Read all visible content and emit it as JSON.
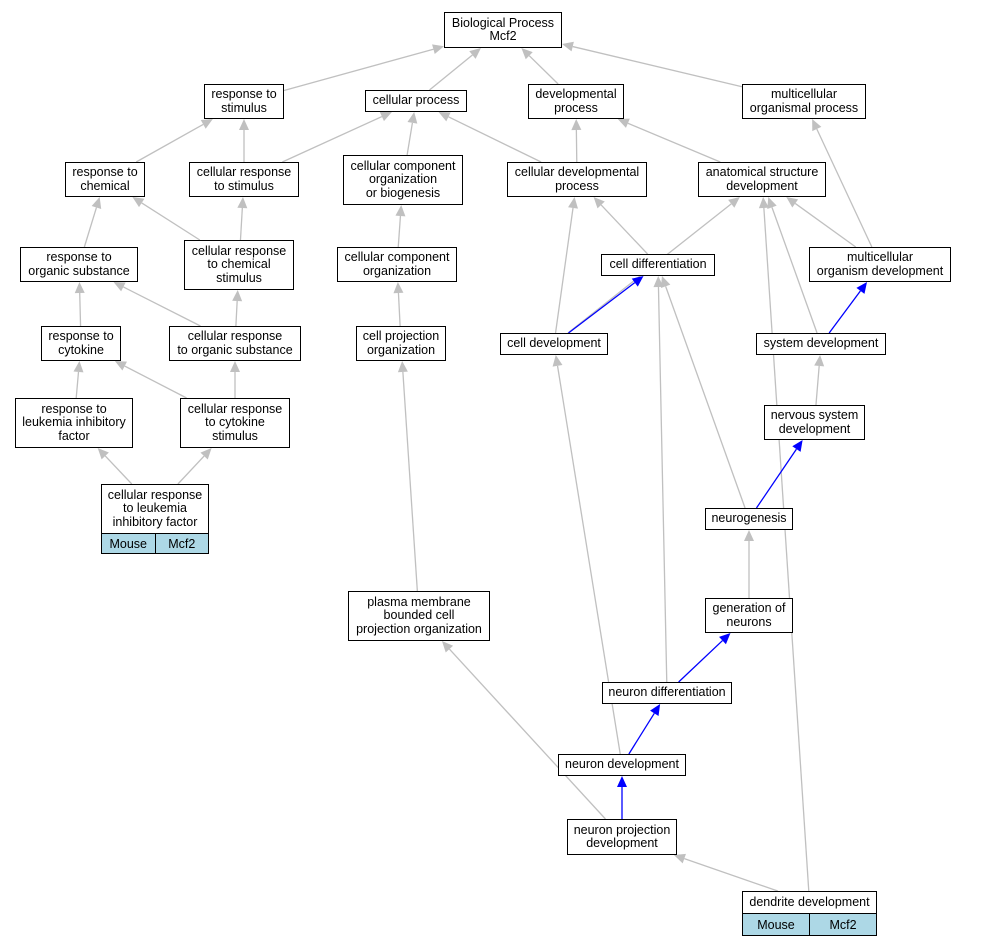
{
  "colors": {
    "edge_default": "#c0c0c0",
    "edge_highlight": "#0000ff",
    "node_border": "#000000",
    "tag_background": "#add8e6"
  },
  "nodes": {
    "bp": "Biological Process\nMcf2",
    "resp_stim": "response to\nstimulus",
    "cell_proc": "cellular process",
    "dev_proc": "developmental\nprocess",
    "multi_proc": "multicellular\norganismal process",
    "resp_chem": "response to\nchemical",
    "cell_resp_stim": "cellular response\nto stimulus",
    "cc_org_bio": "cellular component\norganization\nor biogenesis",
    "cell_dev_proc": "cellular developmental\nprocess",
    "anat_dev": "anatomical structure\ndevelopment",
    "resp_org": "response to\norganic substance",
    "cell_resp_chem": "cellular response\nto chemical\nstimulus",
    "cc_org": "cellular component\norganization",
    "cell_diff": "cell differentiation",
    "multi_dev": "multicellular\norganism development",
    "resp_cyto": "response to\ncytokine",
    "cell_resp_org": "cellular response\nto organic substance",
    "cell_proj_org": "cell projection\norganization",
    "cell_dev": "cell development",
    "sys_dev": "system development",
    "resp_lif": "response to\nleukemia inhibitory\nfactor",
    "cell_resp_cyto": "cellular response\nto cytokine\nstimulus",
    "nerv_dev": "nervous system\ndevelopment",
    "cell_resp_lif": "cellular response\nto leukemia\ninhibitory factor",
    "neurogenesis": "neurogenesis",
    "pm_proj_org": "plasma membrane\nbounded cell\nprojection organization",
    "gen_neurons": "generation of\nneurons",
    "neuron_diff": "neuron differentiation",
    "neuron_dev": "neuron development",
    "neuron_proj_dev": "neuron projection\ndevelopment",
    "dendrite_dev": "dendrite development"
  },
  "tags": {
    "cell_resp_lif": {
      "species": "Mouse",
      "gene": "Mcf2"
    },
    "dendrite_dev": {
      "species": "Mouse",
      "gene": "Mcf2"
    }
  },
  "edges": [
    {
      "from": "resp_stim",
      "to": "bp",
      "highlight": false
    },
    {
      "from": "cell_proc",
      "to": "bp",
      "highlight": false
    },
    {
      "from": "dev_proc",
      "to": "bp",
      "highlight": false
    },
    {
      "from": "multi_proc",
      "to": "bp",
      "highlight": false
    },
    {
      "from": "resp_chem",
      "to": "resp_stim",
      "highlight": false
    },
    {
      "from": "cell_resp_stim",
      "to": "resp_stim",
      "highlight": false
    },
    {
      "from": "cell_resp_stim",
      "to": "cell_proc",
      "highlight": false
    },
    {
      "from": "cc_org_bio",
      "to": "cell_proc",
      "highlight": false
    },
    {
      "from": "cell_dev_proc",
      "to": "cell_proc",
      "highlight": false
    },
    {
      "from": "cell_dev_proc",
      "to": "dev_proc",
      "highlight": false
    },
    {
      "from": "anat_dev",
      "to": "dev_proc",
      "highlight": false
    },
    {
      "from": "multi_dev",
      "to": "multi_proc",
      "highlight": false
    },
    {
      "from": "resp_org",
      "to": "resp_chem",
      "highlight": false
    },
    {
      "from": "cell_resp_chem",
      "to": "resp_chem",
      "highlight": false
    },
    {
      "from": "cell_resp_chem",
      "to": "cell_resp_stim",
      "highlight": false
    },
    {
      "from": "cc_org",
      "to": "cc_org_bio",
      "highlight": false
    },
    {
      "from": "cell_diff",
      "to": "cell_dev_proc",
      "highlight": false
    },
    {
      "from": "cell_dev",
      "to": "cell_dev_proc",
      "highlight": false
    },
    {
      "from": "cell_dev",
      "to": "anat_dev",
      "highlight": false
    },
    {
      "from": "multi_dev",
      "to": "anat_dev",
      "highlight": false
    },
    {
      "from": "sys_dev",
      "to": "anat_dev",
      "highlight": false
    },
    {
      "from": "dendrite_dev",
      "to": "anat_dev",
      "highlight": false
    },
    {
      "from": "resp_cyto",
      "to": "resp_org",
      "highlight": false
    },
    {
      "from": "cell_resp_org",
      "to": "resp_org",
      "highlight": false
    },
    {
      "from": "cell_resp_org",
      "to": "cell_resp_chem",
      "highlight": false
    },
    {
      "from": "cell_proj_org",
      "to": "cc_org",
      "highlight": false
    },
    {
      "from": "cell_dev",
      "to": "cell_diff",
      "highlight": true
    },
    {
      "from": "neuron_diff",
      "to": "cell_diff",
      "highlight": false
    },
    {
      "from": "neurogenesis",
      "to": "cell_diff",
      "highlight": false
    },
    {
      "from": "sys_dev",
      "to": "multi_dev",
      "highlight": true
    },
    {
      "from": "resp_lif",
      "to": "resp_cyto",
      "highlight": false
    },
    {
      "from": "cell_resp_cyto",
      "to": "resp_cyto",
      "highlight": false
    },
    {
      "from": "cell_resp_cyto",
      "to": "cell_resp_org",
      "highlight": false
    },
    {
      "from": "pm_proj_org",
      "to": "cell_proj_org",
      "highlight": false
    },
    {
      "from": "neuron_dev",
      "to": "cell_dev",
      "highlight": false
    },
    {
      "from": "nerv_dev",
      "to": "sys_dev",
      "highlight": false
    },
    {
      "from": "cell_resp_lif",
      "to": "resp_lif",
      "highlight": false
    },
    {
      "from": "cell_resp_lif",
      "to": "cell_resp_cyto",
      "highlight": false
    },
    {
      "from": "neurogenesis",
      "to": "nerv_dev",
      "highlight": true
    },
    {
      "from": "gen_neurons",
      "to": "neurogenesis",
      "highlight": false
    },
    {
      "from": "neuron_diff",
      "to": "gen_neurons",
      "highlight": true
    },
    {
      "from": "neuron_dev",
      "to": "neuron_diff",
      "highlight": true
    },
    {
      "from": "neuron_proj_dev",
      "to": "neuron_dev",
      "highlight": true
    },
    {
      "from": "neuron_proj_dev",
      "to": "pm_proj_org",
      "highlight": false
    },
    {
      "from": "dendrite_dev",
      "to": "neuron_proj_dev",
      "highlight": false
    }
  ]
}
